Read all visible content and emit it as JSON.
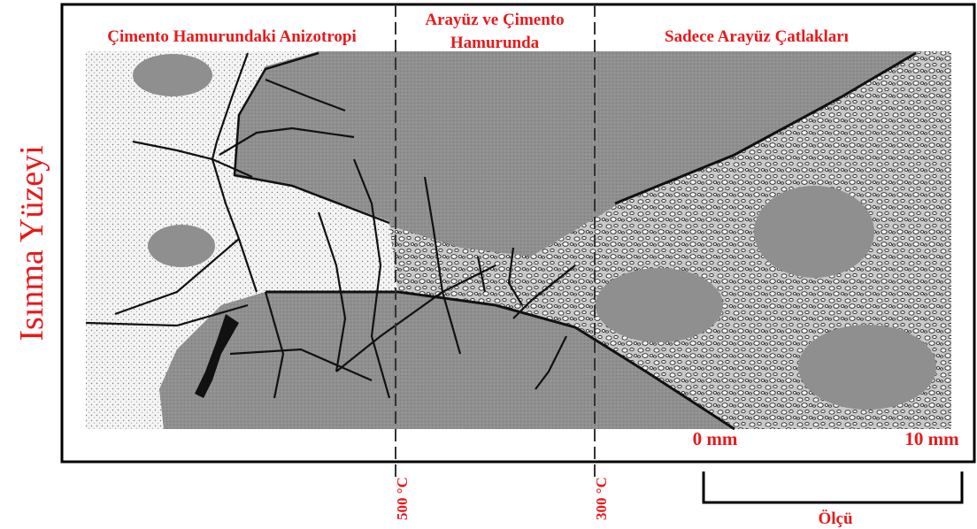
{
  "side_label": "Isınma Yüzeyi",
  "zones": [
    {
      "id": "anisotropy",
      "title": "Çimento Hamurundaki Anizotropi"
    },
    {
      "id": "interface-paste",
      "title_line1": "Arayüz ve Çimento",
      "title_line2": "Hamurunda"
    },
    {
      "id": "interface-only",
      "title": "Sadece Arayüz Çatlakları"
    }
  ],
  "temperatures": [
    "500 °C",
    "300 °C"
  ],
  "scale": {
    "start": "0 mm",
    "end": "10 mm",
    "label": "Ölçü"
  },
  "colors": {
    "label_red": "#e8191b",
    "frame": "#000000",
    "paste_light": "#f2f2f2",
    "aggregate_gray": "#8c8c8c",
    "interface_mid": "#b5b5b5",
    "crack": "#111111"
  }
}
